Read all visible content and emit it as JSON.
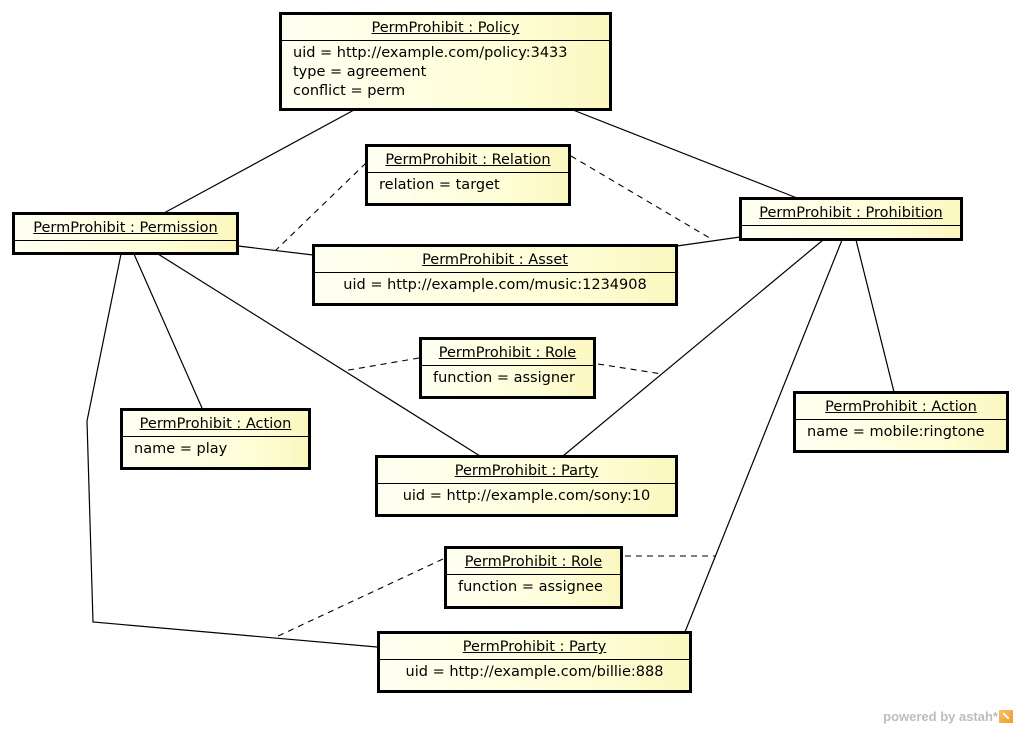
{
  "diagram": {
    "type": "UML object diagram",
    "objects": [
      {
        "id": "policy",
        "title": "PermProhibit : Policy",
        "attributes": [
          "uid = http://example.com/policy:3433",
          "type = agreement",
          "conflict = perm"
        ]
      },
      {
        "id": "permission",
        "title": "PermProhibit : Permission",
        "attributes": []
      },
      {
        "id": "relation",
        "title": "PermProhibit : Relation",
        "attributes": [
          "relation = target"
        ]
      },
      {
        "id": "asset",
        "title": "PermProhibit : Asset",
        "attributes": [
          "uid = http://example.com/music:1234908"
        ]
      },
      {
        "id": "prohibition",
        "title": "PermProhibit : Prohibition",
        "attributes": []
      },
      {
        "id": "role_assigner",
        "title": "PermProhibit : Role",
        "attributes": [
          "function = assigner"
        ]
      },
      {
        "id": "action_play",
        "title": "PermProhibit : Action",
        "attributes": [
          "name = play"
        ]
      },
      {
        "id": "action_ringtone",
        "title": "PermProhibit : Action",
        "attributes": [
          "name = mobile:ringtone"
        ]
      },
      {
        "id": "party_sony",
        "title": "PermProhibit : Party",
        "attributes": [
          "uid = http://example.com/sony:10"
        ]
      },
      {
        "id": "role_assignee",
        "title": "PermProhibit : Role",
        "attributes": [
          "function = assignee"
        ]
      },
      {
        "id": "party_billie",
        "title": "PermProhibit : Party",
        "attributes": [
          "uid = http://example.com/billie:888"
        ]
      }
    ],
    "links": [
      {
        "from": "policy",
        "to": "permission",
        "style": "solid"
      },
      {
        "from": "policy",
        "to": "prohibition",
        "style": "solid"
      },
      {
        "from": "permission",
        "to": "asset",
        "style": "solid"
      },
      {
        "from": "prohibition",
        "to": "asset",
        "style": "solid"
      },
      {
        "from": "permission",
        "to": "action_play",
        "style": "solid"
      },
      {
        "from": "permission",
        "to": "party_sony",
        "style": "solid"
      },
      {
        "from": "permission",
        "to": "party_billie",
        "style": "solid"
      },
      {
        "from": "prohibition",
        "to": "party_sony",
        "style": "solid"
      },
      {
        "from": "prohibition",
        "to": "party_billie",
        "style": "solid"
      },
      {
        "from": "prohibition",
        "to": "action_ringtone",
        "style": "solid"
      },
      {
        "from": "relation",
        "to": "permission-asset link",
        "style": "dashed"
      },
      {
        "from": "relation",
        "to": "prohibition-asset link",
        "style": "dashed"
      },
      {
        "from": "role_assigner",
        "to": "permission-sony link",
        "style": "dashed"
      },
      {
        "from": "role_assigner",
        "to": "prohibition-sony link",
        "style": "dashed"
      },
      {
        "from": "role_assignee",
        "to": "permission-billie link",
        "style": "dashed"
      },
      {
        "from": "role_assignee",
        "to": "prohibition-billie link",
        "style": "dashed"
      }
    ]
  },
  "watermark": {
    "text": "powered by astah*",
    "logo": "astah-logo-icon"
  }
}
